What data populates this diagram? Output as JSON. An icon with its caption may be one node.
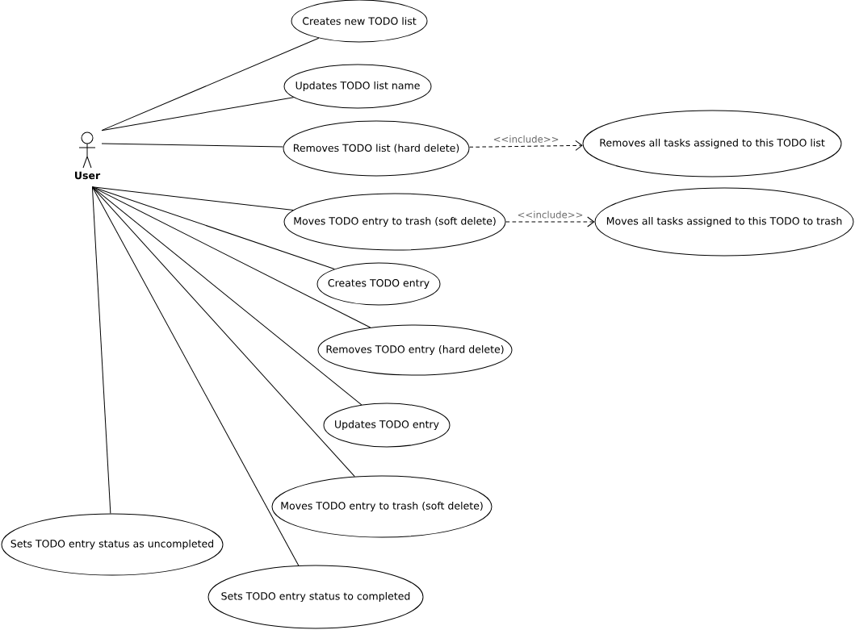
{
  "diagram": {
    "nodes": [
      {
        "text": [
          "User"
        ]
      },
      {
        "text": [
          "Creates new TODO list"
        ]
      },
      {
        "text": [
          "Updates TODO list name"
        ]
      },
      {
        "text": [
          "Removes TODO list (hard delete)"
        ]
      },
      {
        "text": [
          "Removes all tasks assigned to this TODO list"
        ]
      },
      {
        "text": [
          "Moves TODO entry to trash (soft delete)"
        ]
      },
      {
        "text": [
          "Moves all tasks assigned to this TODO to trash"
        ]
      },
      {
        "text": [
          "Creates TODO entry"
        ]
      },
      {
        "text": [
          "Removes TODO entry (hard delete)"
        ]
      },
      {
        "text": [
          "Updates TODO entry"
        ]
      },
      {
        "text": [
          "Moves TODO entry to trash (soft delete)"
        ]
      },
      {
        "text": [
          "Sets TODO entry status as uncompleted"
        ]
      },
      {
        "text": [
          "Sets TODO entry status to completed"
        ]
      }
    ],
    "edges": [
      {
        "from": 0,
        "to": 1,
        "arrow": "none"
      },
      {
        "from": 0,
        "to": 2,
        "arrow": "none"
      },
      {
        "from": 0,
        "to": 3,
        "arrow": "none"
      },
      {
        "from": 3,
        "to": 4,
        "arrow": "to",
        "label": "<<include>>",
        "style": "dashed"
      },
      {
        "from": 0,
        "to": 5,
        "arrow": "none"
      },
      {
        "from": 5,
        "to": 6,
        "arrow": "to",
        "label": "<<include>>",
        "style": "dashed"
      },
      {
        "from": 0,
        "to": 7,
        "arrow": "none"
      },
      {
        "from": 0,
        "to": 8,
        "arrow": "none"
      },
      {
        "from": 0,
        "to": 9,
        "arrow": "none"
      },
      {
        "from": 0,
        "to": 10,
        "arrow": "none"
      },
      {
        "from": 0,
        "to": 11,
        "arrow": "none"
      },
      {
        "from": 0,
        "to": 12,
        "arrow": "none"
      }
    ]
  }
}
